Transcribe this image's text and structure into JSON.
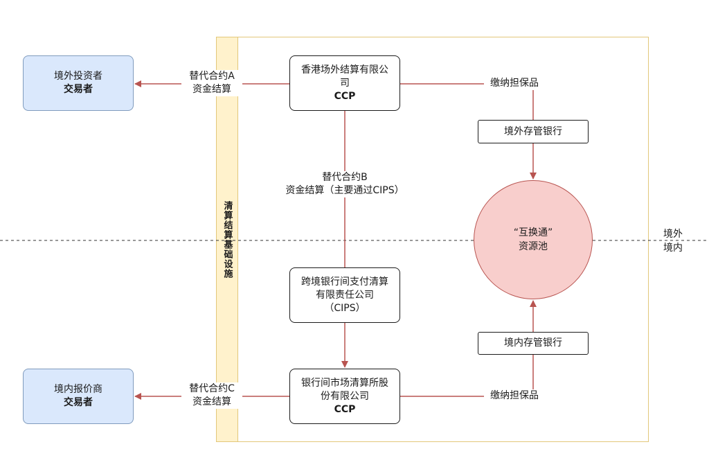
{
  "infrastructure_label": "清算结算基础设施",
  "traders": {
    "offshore": {
      "line1": "境外投资者",
      "line2": "交易者"
    },
    "onshore": {
      "line1": "境内报价商",
      "line2": "交易者"
    }
  },
  "ccp_hk": {
    "line1": "香港场外结算有限公",
    "line2": "司",
    "line3": "CCP"
  },
  "cips": {
    "line1": "跨境银行间支付清算",
    "line2": "有限责任公司",
    "line3": "（CIPS）"
  },
  "ccp_shch": {
    "line1": "银行间市场清算所股",
    "line2": "份有限公司",
    "line3": "CCP"
  },
  "custodian_offshore": "境外存管银行",
  "custodian_onshore": "境内存管银行",
  "pool": {
    "line1": "“互换通”",
    "line2": "资源池"
  },
  "edges": {
    "contract_a": {
      "line1": "替代合约A",
      "line2": "资金结算"
    },
    "contract_b": {
      "line1": "替代合约B",
      "line2": "资金结算（主要通过CIPS）"
    },
    "contract_c": {
      "line1": "替代合约C",
      "line2": "资金结算"
    },
    "collateral_top": "缴纳担保品",
    "collateral_bottom": "缴纳担保品"
  },
  "boundary": {
    "above": "境外",
    "below": "境内"
  }
}
